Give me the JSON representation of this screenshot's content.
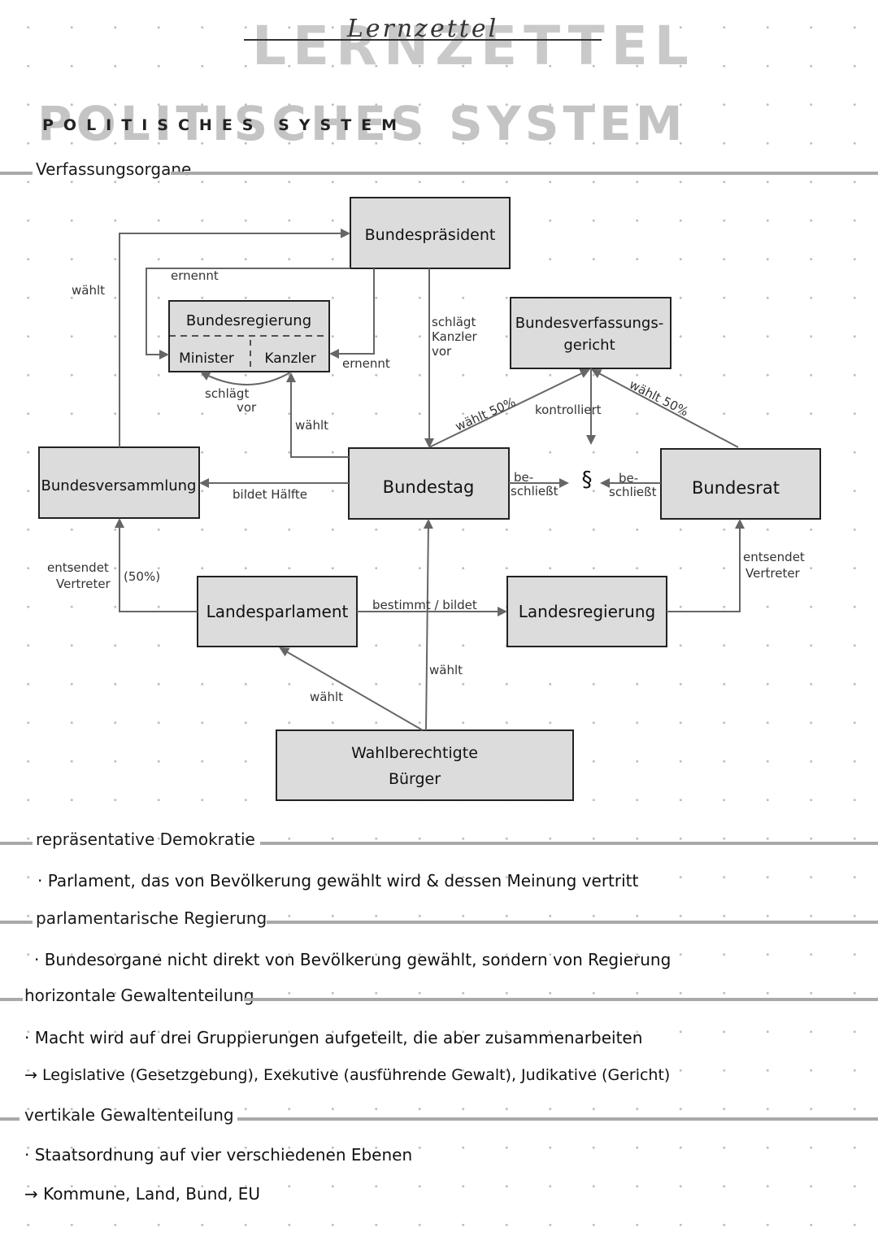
{
  "header": {
    "script_title": "Lernzettel",
    "block_title": "LERNZETTEL",
    "subject_big": "POLITISCHES SYSTEM",
    "subject_small": "POLITISCHES SYSTEM"
  },
  "sections": {
    "verfassungsorgane": "Verfassungsorgane",
    "repr_demokratie": "repräsentative Demokratie",
    "parl_regierung": "parlamentarische Regierung",
    "horizontal": "horizontale Gewaltenteilung",
    "vertikal": "vertikale Gewaltenteilung"
  },
  "notes": {
    "repr_1": "· Parlament, das von Bevölkerung gewählt wird & dessen Meinung vertritt",
    "parl_1": "· Bundesorgane nicht direkt von Bevölkerung gewählt, sondern von Regierung",
    "hor_1": "· Macht wird auf drei Gruppierungen aufgeteilt, die aber zusammenarbeiten",
    "hor_2": "→ Legislative (Gesetzgebung), Exekutive (ausführende Gewalt), Judikative (Gericht)",
    "ver_1": "· Staatsordnung auf vier verschiedenen Ebenen",
    "ver_2": "→ Kommune, Land, Bund, EU"
  },
  "diagram": {
    "nodes": {
      "bundespraesident": "Bundespräsident",
      "bundesregierung": "Bundesregierung",
      "minister": "Minister",
      "kanzler": "Kanzler",
      "bundesverfassungsgericht_1": "Bundesverfassungs-",
      "bundesverfassungsgericht_2": "gericht",
      "bundesversammlung": "Bundesversammlung",
      "bundestag": "Bundestag",
      "paragraph": "§",
      "bundesrat": "Bundesrat",
      "landesparlament": "Landesparlament",
      "landesregierung": "Landesregierung",
      "buerger_1": "Wahlberechtigte",
      "buerger_2": "Bürger"
    },
    "edges": {
      "waehlt_bp": "wählt",
      "ernennt_top": "ernennt",
      "ernennt_right": "ernennt",
      "schlaegt_kanzler_1": "schlägt",
      "schlaegt_kanzler_2": "Kanzler",
      "schlaegt_kanzler_3": "vor",
      "schlaegt_vor_1": "schlägt",
      "schlaegt_vor_2": "vor",
      "waehlt_kanzler": "wählt",
      "waehlt_50_left": "wählt 50%",
      "kontrolliert": "kontrolliert",
      "waehlt_50_right": "wählt 50%",
      "bildet_haelfte": "bildet Hälfte",
      "beschliesst_left_1": "be-",
      "beschliesst_left_2": "schließt",
      "beschliesst_right_1": "be-",
      "beschliesst_right_2": "schließt",
      "entsendet_left_1": "entsendet",
      "entsendet_left_2": "Vertreter",
      "entsendet_left_3": "(50%)",
      "entsendet_right_1": "entsendet",
      "entsendet_right_2": "Vertreter",
      "bestimmt_bildet": "bestimmt / bildet",
      "waehlt_bt": "wählt",
      "waehlt_lp": "wählt"
    }
  }
}
